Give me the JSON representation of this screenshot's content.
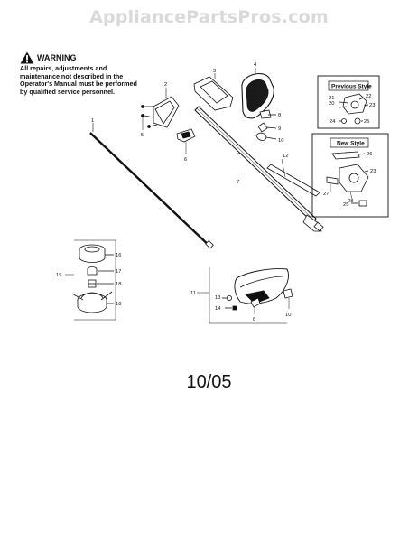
{
  "watermark": "AppliancePartsPros.com",
  "warning": {
    "title": "WARNING",
    "text": "All repairs, adjustments and maintenance not described in the Operator's Manual must be performed by qualified service personnel."
  },
  "boxes": {
    "previous_style": "Previous Style",
    "new_style": "New Style"
  },
  "callouts": {
    "c1": "1",
    "c2": "2",
    "c3": "3",
    "c4": "4",
    "c5": "5",
    "c6": "6",
    "c7": "7",
    "c8": "8",
    "c9": "9",
    "c10": "10",
    "c11": "11",
    "c12": "12",
    "c13": "13",
    "c14": "14",
    "c15": "15",
    "c16": "16",
    "c17": "17",
    "c18": "18",
    "c19": "19",
    "c20": "20",
    "c21": "21",
    "c22": "22",
    "c23": "23",
    "c24": "24",
    "c25": "25",
    "c26": "26",
    "c27": "27",
    "c28": "28",
    "c8b": "8",
    "c10b": "10",
    "c23b": "23",
    "c25b": "25"
  },
  "date_code": "10/05"
}
